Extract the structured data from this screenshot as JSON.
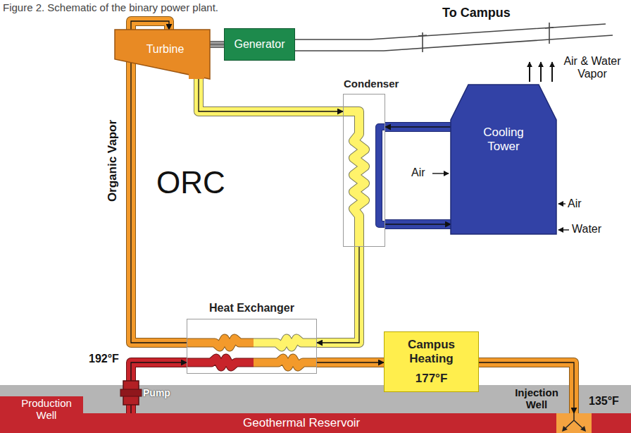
{
  "diagram": {
    "caption": "Figure 2. Schematic of the binary power plant.",
    "nodes": [
      {
        "text": [
          "Turbine"
        ]
      },
      {
        "text": [
          "Generator"
        ]
      },
      {
        "text": [
          "Condenser"
        ]
      },
      {
        "text": [
          "Cooling Tower"
        ]
      },
      {
        "text": [
          "Heat Exchanger"
        ]
      },
      {
        "text": [
          "Campus Heating",
          "177°F"
        ]
      },
      {
        "text": [
          "Geothermal Reservoir"
        ]
      }
    ],
    "edges": [
      {
        "from": 4,
        "to": 0,
        "arrow": "to",
        "label": "Organic Vapor"
      },
      {
        "from": 0,
        "to": 2,
        "arrow": "to"
      },
      {
        "from": 2,
        "to": 4,
        "arrow": "to"
      },
      {
        "from": 3,
        "to": 2,
        "arrow": "to"
      },
      {
        "from": 2,
        "to": 3,
        "arrow": "to"
      },
      {
        "from": 0,
        "to": 1,
        "arrow": "none"
      },
      {
        "from": 6,
        "to": 4,
        "arrow": "to"
      },
      {
        "from": 4,
        "to": 5,
        "arrow": "to"
      },
      {
        "from": 5,
        "to": 6,
        "arrow": "to"
      }
    ],
    "labels": [
      "To Campus",
      "Air & Water Vapor",
      "ORC",
      "Air",
      "Air",
      "Water",
      "192°F",
      "Pump",
      "Injection Well",
      "135°F",
      "Production Well"
    ]
  }
}
